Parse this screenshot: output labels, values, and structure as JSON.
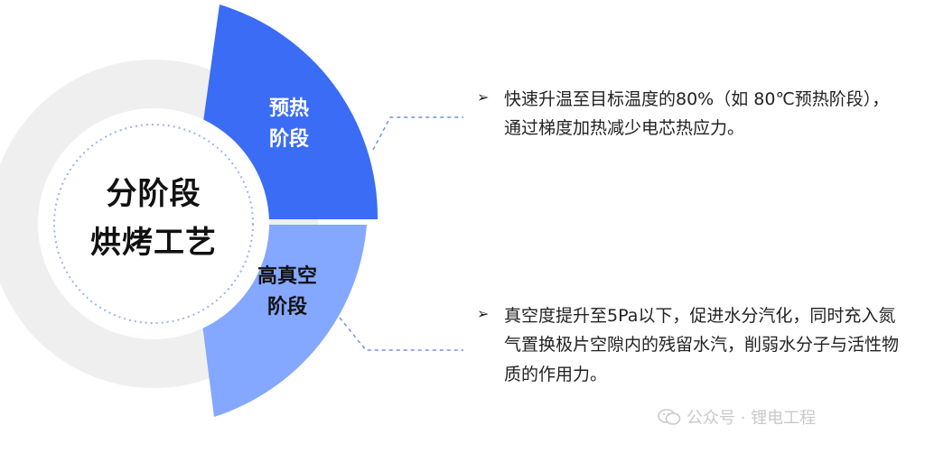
{
  "center": {
    "line1": "分阶段",
    "line2": "烘烤工艺"
  },
  "segments": [
    {
      "line1": "预热",
      "line2": "阶段",
      "color": "#3b6cf6"
    },
    {
      "line1": "高真空",
      "line2": "阶段",
      "color": "#84a8ff"
    }
  ],
  "bullets": [
    {
      "marker": "➢",
      "text": "快速升温至目标温度的80%（如 80℃预热阶段），通过梯度加热减少电芯热应力。"
    },
    {
      "marker": "➢",
      "text": "真空度提升至5Pa以下，促进水分汽化，同时充入氮气置换极片空隙内的残留水汽，削弱水分子与活性物质的作用力。"
    }
  ],
  "watermark": {
    "text": "公众号 · 锂电工程",
    "icon": "wechat-icon"
  },
  "colors": {
    "ring": "#efefef",
    "dots": "#9db3f0",
    "leader": "#6f90ea"
  }
}
